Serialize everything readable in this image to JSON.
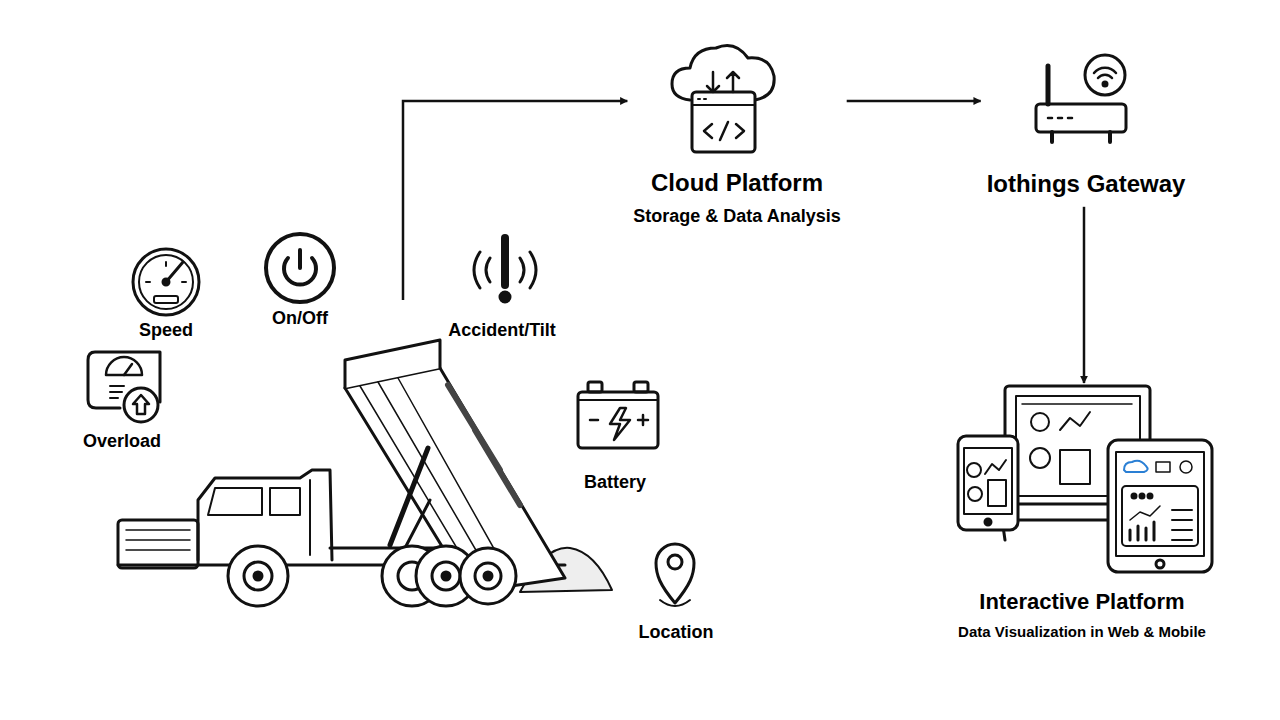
{
  "diagram": {
    "nodes": [
      {
        "text": [
          "Speed",
          "On/Off",
          "Overload",
          "Accident/Tilt",
          "Battery",
          "Location"
        ]
      },
      {
        "text": [
          "Cloud Platform",
          "Storage & Data Analysis"
        ]
      },
      {
        "text": [
          "Iothings Gateway"
        ]
      },
      {
        "text": [
          "Interactive Platform",
          "Data Visualization in Web & Mobile"
        ]
      }
    ],
    "edges": [
      {
        "from": 0,
        "to": 1,
        "arrow": "to"
      },
      {
        "from": 1,
        "to": 2,
        "arrow": "to"
      },
      {
        "from": 2,
        "to": 3,
        "arrow": "to"
      }
    ]
  }
}
